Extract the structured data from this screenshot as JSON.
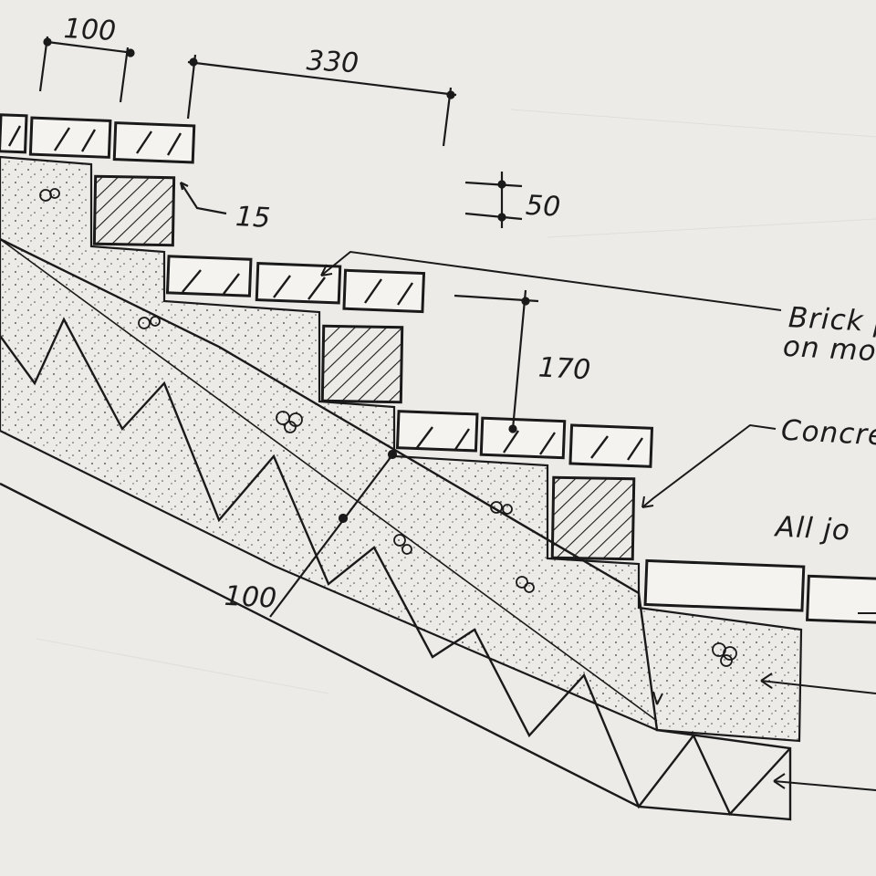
{
  "drawing": {
    "title": "",
    "dimensions": {
      "brick_width": "100",
      "tread_depth": "330",
      "mortar_gap": "15",
      "brick_thickness": "50",
      "riser_height": "170",
      "slab_thickness": "100"
    },
    "labels": {
      "brick_paving_line1": "Brick p",
      "brick_paving_line2": "on mo",
      "concrete": "Concre",
      "all_joints": "All jo"
    }
  }
}
